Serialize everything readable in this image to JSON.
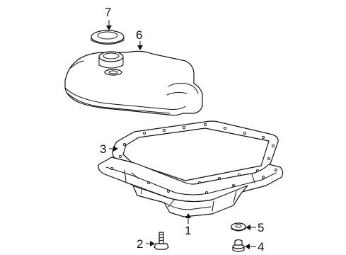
{
  "diagram": {
    "callouts": [
      {
        "id": "1",
        "label": "1"
      },
      {
        "id": "2",
        "label": "2"
      },
      {
        "id": "3",
        "label": "3"
      },
      {
        "id": "4",
        "label": "4"
      },
      {
        "id": "5",
        "label": "5"
      },
      {
        "id": "6",
        "label": "6"
      },
      {
        "id": "7",
        "label": "7"
      }
    ],
    "colors": {
      "line": "#111111",
      "background": "#ffffff"
    }
  }
}
